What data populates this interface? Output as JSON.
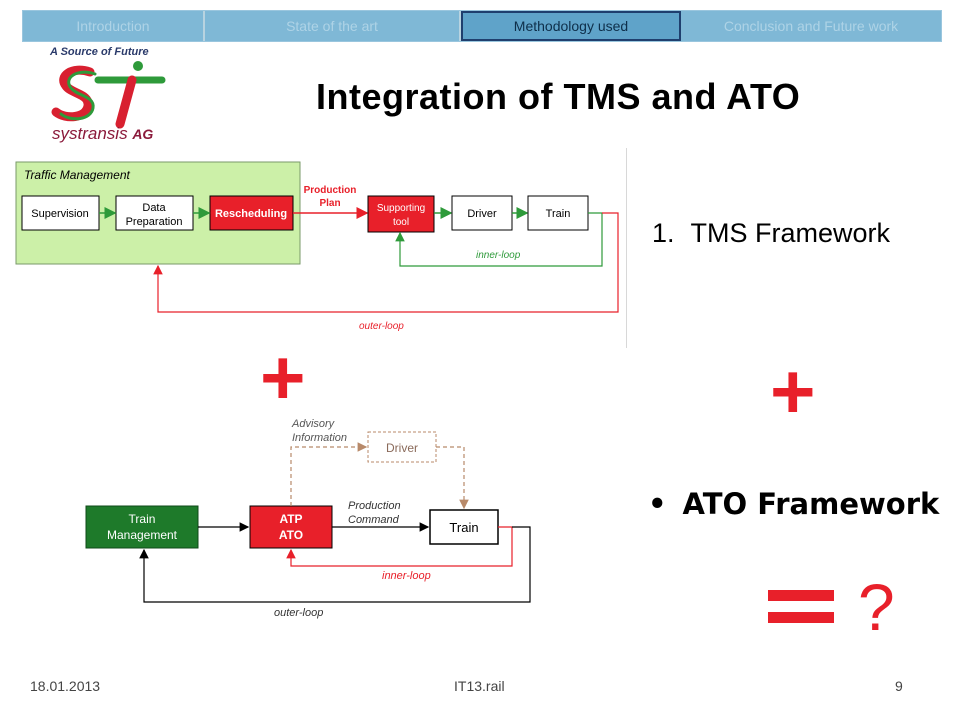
{
  "nav": {
    "tabs": [
      {
        "label": "Introduction"
      },
      {
        "label": "State of the art"
      },
      {
        "label": "Methodology used"
      },
      {
        "label": "Conclusion and Future work"
      }
    ],
    "active_index": 2
  },
  "logo": {
    "tagline": "A Source of Future",
    "brand_name": "systransis",
    "brand_suffix": "AG"
  },
  "title": "Integration of TMS and ATO",
  "tms_diagram": {
    "group_label": "Traffic Management",
    "supervision": "Supervision",
    "data_prep_1": "Data",
    "data_prep_2": "Preparation",
    "rescheduling": "Rescheduling",
    "production_plan_1": "Production",
    "production_plan_2": "Plan",
    "supporting_tool_1": "Supporting",
    "supporting_tool_2": "tool",
    "driver": "Driver",
    "train": "Train",
    "inner_loop": "inner-loop",
    "outer_loop": "outer-loop"
  },
  "ato_diagram": {
    "advisory_1": "Advisory",
    "advisory_2": "Information",
    "driver": "Driver",
    "train_mgmt_1": "Train",
    "train_mgmt_2": "Management",
    "atp": "ATP",
    "ato": "ATO",
    "production_command_1": "Production",
    "production_command_2": "Command",
    "train": "Train",
    "inner_loop": "inner-loop",
    "outer_loop": "outer-loop"
  },
  "symbols": {
    "plus": "+",
    "question": "?"
  },
  "tms_item": {
    "number": "1.",
    "label": "TMS Framework"
  },
  "ato_item": {
    "bullet": "•",
    "label": "ATO Framework"
  },
  "footer": {
    "date": "18.01.2013",
    "center": "IT13.rail",
    "page": "9"
  },
  "colors": {
    "accent_red": "#e8202a",
    "tms_green_bg": "#ccf0a8",
    "ato_green": "#1e7a2a",
    "nav_blue": "#7fb8d6"
  }
}
